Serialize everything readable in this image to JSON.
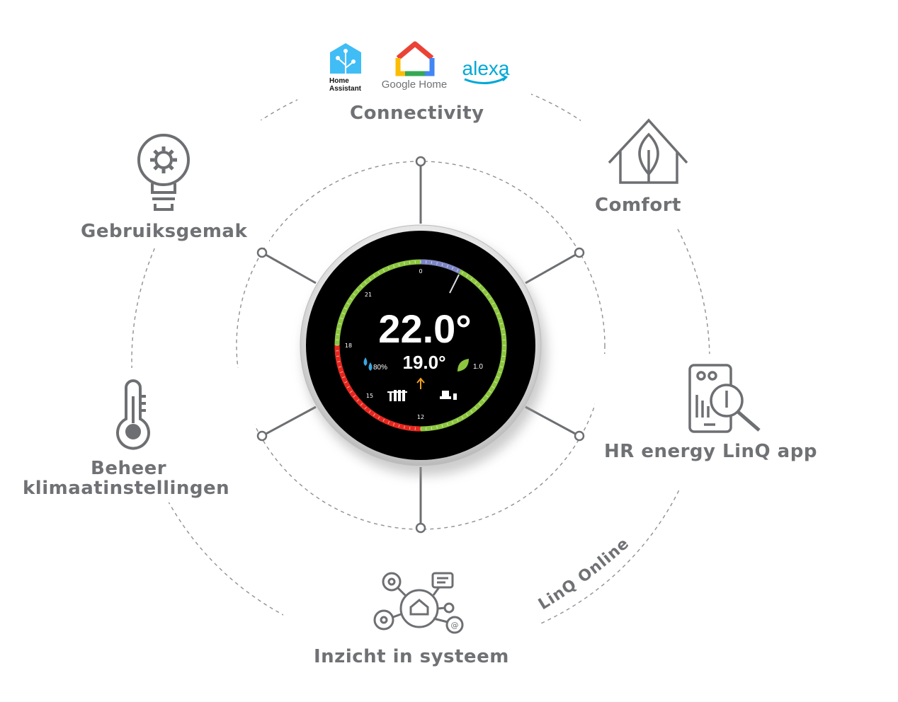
{
  "center": {
    "temperature": "22.0°",
    "setpoint": "19.0°",
    "humidity": "80%",
    "eco_value": "1.0",
    "dial_ticks": {
      "top": "0",
      "top_left": "21",
      "left": "18",
      "bottom_left": "15",
      "bottom": "12"
    }
  },
  "features": {
    "connectivity": {
      "label": "Connectivity",
      "icon": "smart-home-logos-icon"
    },
    "comfort": {
      "label": "Comfort",
      "icon": "house-leaf-icon"
    },
    "app": {
      "label": "HR energy LinQ app",
      "icon": "phone-magnifier-icon"
    },
    "insight": {
      "label": "Inzicht in systeem",
      "icon": "network-hub-icon"
    },
    "climate": {
      "label_line1": "Beheer",
      "label_line2": "klimaatinstellingen",
      "icon": "thermometer-icon"
    },
    "ease": {
      "label": "Gebruiksgemak",
      "icon": "lightbulb-gear-icon"
    }
  },
  "logos": {
    "home_assistant": {
      "line1": "Home",
      "line2": "Assistant"
    },
    "google_home": "Google Home",
    "alexa": "alexa"
  },
  "arc_label": "LinQ Online",
  "colors": {
    "text_gray": "#6f7174",
    "icon_gray": "#6d6f72",
    "dial_green": "#8cc63f",
    "dial_red": "#e8261f",
    "dial_blue": "#7f86c6",
    "ha_blue": "#41bdf5",
    "alexa_blue": "#00a8d6"
  }
}
